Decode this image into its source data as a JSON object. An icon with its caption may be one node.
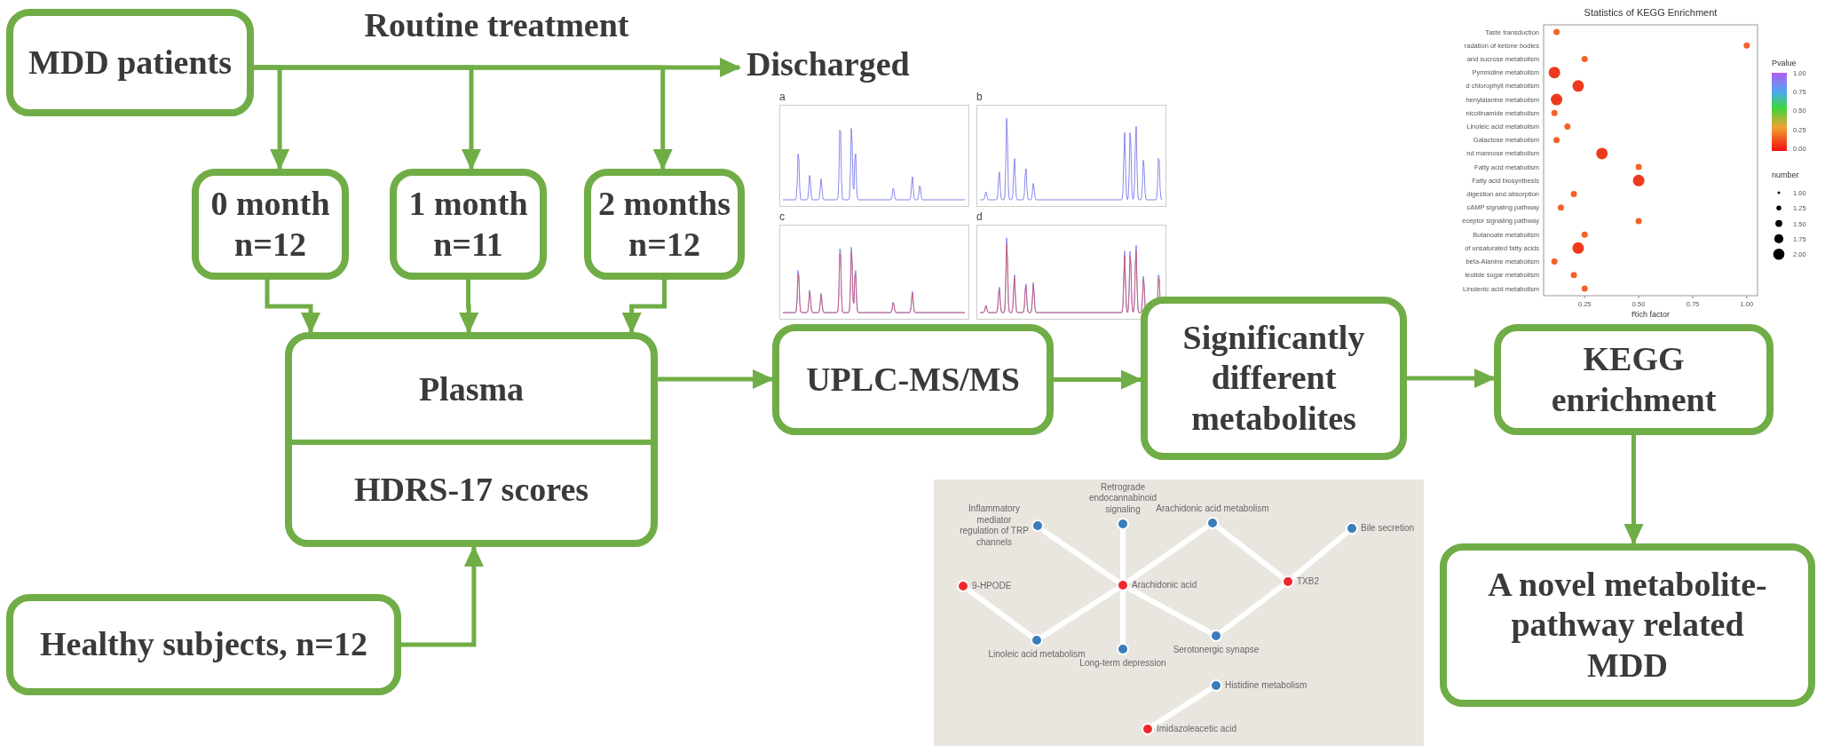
{
  "diagram": {
    "nodes": [
      {
        "text": [
          "MDD patients"
        ]
      },
      {
        "text": [
          "Discharged"
        ]
      },
      {
        "text": [
          "0 month",
          "n=12"
        ]
      },
      {
        "text": [
          "1 month",
          "n=11"
        ]
      },
      {
        "text": [
          "2 months",
          "n=12"
        ]
      },
      {
        "text": [
          "Plasma",
          "HDRS-17 scores"
        ]
      },
      {
        "text": [
          "Healthy subjects, n=12"
        ]
      },
      {
        "text": [
          "UPLC-MS/MS"
        ]
      },
      {
        "text": [
          "Significantly different metabolites"
        ]
      },
      {
        "text": [
          "KEGG enrichment"
        ]
      },
      {
        "text": [
          "A novel metabolite-pathway related MDD"
        ]
      },
      {
        "text": [
          "a"
        ]
      },
      {
        "text": [
          "b"
        ]
      },
      {
        "text": [
          "c"
        ]
      },
      {
        "text": [
          "d"
        ]
      },
      {
        "text": [],
        "shape": "box"
      },
      {
        "text": [
          "Inflammatory mediator regulation of TRP channels"
        ],
        "in": 15
      },
      {
        "text": [
          "Retrograde endocannabinoid signaling"
        ],
        "in": 15
      },
      {
        "text": [
          "Arachidonic acid metabolism"
        ],
        "in": 15
      },
      {
        "text": [
          "Bile secretion"
        ],
        "in": 15
      },
      {
        "text": [
          "9-HPODE"
        ],
        "in": 15
      },
      {
        "text": [
          "Arachidonic acid"
        ],
        "in": 15
      },
      {
        "text": [
          "TXB2"
        ],
        "in": 15
      },
      {
        "text": [
          "Linoleic acid metabolism"
        ],
        "in": 15
      },
      {
        "text": [
          "Long-term depression"
        ],
        "in": 15
      },
      {
        "text": [
          "Serotonergic synapse"
        ],
        "in": 15
      },
      {
        "text": [
          "Histidine metabolism"
        ],
        "in": 15
      },
      {
        "text": [
          "Imidazoleacetic acid"
        ],
        "in": 15
      }
    ],
    "edges": [
      {
        "from": 0,
        "to": 1,
        "arrow": "to",
        "label": "Routine treatment"
      },
      {
        "from": 0,
        "to": 2,
        "arrow": "to"
      },
      {
        "from": 0,
        "to": 3,
        "arrow": "to"
      },
      {
        "from": 0,
        "to": 4,
        "arrow": "to"
      },
      {
        "from": 2,
        "to": 5,
        "arrow": "to"
      },
      {
        "from": 3,
        "to": 5,
        "arrow": "to"
      },
      {
        "from": 4,
        "to": 5,
        "arrow": "to"
      },
      {
        "from": 6,
        "to": 5,
        "arrow": "to"
      },
      {
        "from": 5,
        "to": 7,
        "arrow": "to"
      },
      {
        "from": 7,
        "to": 8,
        "arrow": "to"
      },
      {
        "from": 8,
        "to": 9,
        "arrow": "to"
      },
      {
        "from": 9,
        "to": 10,
        "arrow": "to"
      },
      {
        "from": 21,
        "to": 16,
        "arrow": "none",
        "color": "#ffffff"
      },
      {
        "from": 21,
        "to": 17,
        "arrow": "none",
        "color": "#ffffff"
      },
      {
        "from": 21,
        "to": 18,
        "arrow": "none",
        "color": "#ffffff"
      },
      {
        "from": 21,
        "to": 23,
        "arrow": "none",
        "color": "#ffffff"
      },
      {
        "from": 21,
        "to": 24,
        "arrow": "none",
        "color": "#ffffff"
      },
      {
        "from": 21,
        "to": 25,
        "arrow": "none",
        "color": "#ffffff"
      },
      {
        "from": 18,
        "to": 22,
        "arrow": "none",
        "color": "#ffffff"
      },
      {
        "from": 22,
        "to": 19,
        "arrow": "none",
        "color": "#ffffff"
      },
      {
        "from": 22,
        "to": 25,
        "arrow": "none",
        "color": "#ffffff"
      },
      {
        "from": 20,
        "to": 23,
        "arrow": "none",
        "color": "#ffffff"
      },
      {
        "from": 26,
        "to": 27,
        "arrow": "none",
        "color": "#ffffff"
      }
    ],
    "labels": [
      "Pvalue",
      "1.00",
      "0.75",
      "0.50",
      "0.25",
      "0.00",
      "number"
    ],
    "legend": [
      {
        "text": "1.00"
      },
      {
        "text": "1.25"
      },
      {
        "text": "1.50"
      },
      {
        "text": "1.75"
      },
      {
        "text": "2.00"
      }
    ],
    "chart_data": {
      "type": "scatter",
      "title": "Statistics of KEGG Enrichment",
      "xlabel": "Rich factor",
      "orientation": "horizontal",
      "categories": [
        "Taste transduction",
        "radation of ketone bodies",
        "and sucrose metabolism",
        "Pyrimidine metabolism",
        "d chlorophyll metabolism",
        "henylalanine metabolism",
        "nicotinamide metabolism",
        "Linoleic acid metabolism",
        "Galactose metabolism",
        "nd mannose metabolism",
        "Fatty acid metabolism",
        "Fatty acid biosynthesis",
        "digestion and absorption",
        "cAMP signaling pathway",
        "eceptor signaling pathway",
        "Butanoate metabolism",
        "of unsaturated fatty acids",
        "beta-Alanine metabolism",
        "leotide sugar metabolism",
        "Linolenic acid metabolism"
      ],
      "series": [
        {
          "color": "#f4622a",
          "values": [
            0.12,
            1.0,
            0.25,
            null,
            null,
            null,
            0.11,
            0.17,
            0.12,
            null,
            0.5,
            null,
            0.2,
            0.14,
            0.5,
            0.25,
            null,
            0.11,
            0.2,
            0.25
          ]
        },
        {
          "color": "#ee3a1c",
          "values": [
            null,
            null,
            null,
            0.11,
            0.22,
            0.12,
            null,
            null,
            null,
            0.33,
            null,
            0.5,
            null,
            null,
            null,
            null,
            0.22,
            null,
            null,
            null
          ]
        }
      ],
      "xlim": [
        0.06,
        1.05
      ],
      "xticks": [
        {
          "value": 0.25,
          "label": "0.25"
        },
        {
          "value": 0.5,
          "label": "0.50"
        },
        {
          "value": 0.75,
          "label": "0.75"
        },
        {
          "value": 1.0,
          "label": "1.00"
        }
      ]
    }
  }
}
